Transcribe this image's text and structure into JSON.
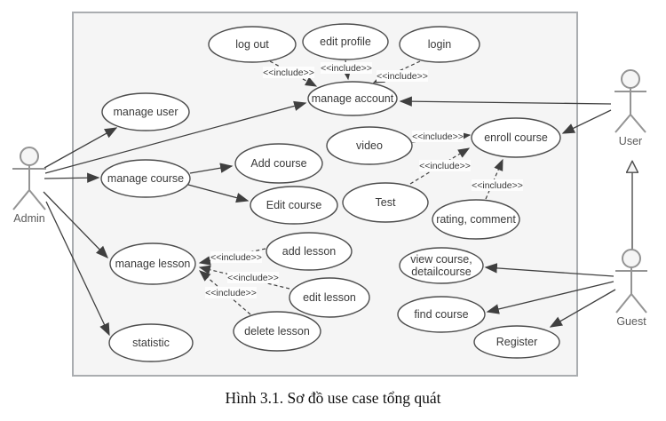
{
  "caption": "Hình 3.1. Sơ đồ use case tổng quát",
  "include_label": "<<include>>",
  "actors": {
    "admin": {
      "label": "Admin"
    },
    "user": {
      "label": "User"
    },
    "guest": {
      "label": "Guest"
    }
  },
  "usecases": {
    "log_out": {
      "label": "log out"
    },
    "edit_profile": {
      "label": "edit profile"
    },
    "login": {
      "label": "login"
    },
    "manage_account": {
      "label": "manage account"
    },
    "manage_user": {
      "label": "manage user"
    },
    "enroll_course": {
      "label": "enroll course"
    },
    "manage_course": {
      "label": "manage course"
    },
    "add_course": {
      "label": "Add course"
    },
    "video": {
      "label": "video"
    },
    "edit_course": {
      "label": "Edit course"
    },
    "test": {
      "label": "Test"
    },
    "rating_comment": {
      "label": "rating, comment"
    },
    "manage_lesson": {
      "label": "manage lesson"
    },
    "add_lesson": {
      "label": "add lesson"
    },
    "edit_lesson": {
      "label": "edit lesson"
    },
    "delete_lesson": {
      "label": "delete lesson"
    },
    "statistic": {
      "label": "statistic"
    },
    "view_course": {
      "label_line1": "view course,",
      "label_line2": "detailcourse"
    },
    "find_course": {
      "label": "find course"
    },
    "register": {
      "label": "Register"
    }
  },
  "colors": {
    "frame_fill": "#f5f5f5",
    "frame_border": "#aaadb0",
    "node_fill": "#ffffff",
    "node_stroke": "#4d4d4d",
    "edge": "#3f3f3f",
    "actor": "#949494"
  }
}
